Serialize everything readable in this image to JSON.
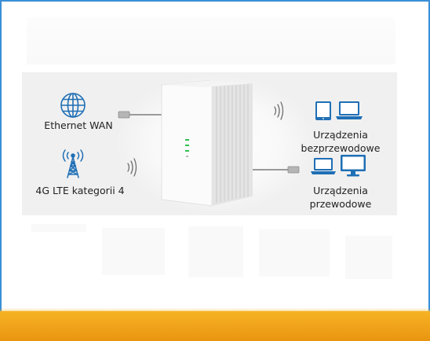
{
  "labels": {
    "ethernet_wan": "Ethernet WAN",
    "lte": "4G LTE kategorii 4",
    "wireless_line1": "Urządzenia",
    "wireless_line2": "bezprzewodowe",
    "wired_line1": "Urządzenia",
    "wired_line2": "przewodowe"
  },
  "colors": {
    "icon_blue": "#1f6fb5",
    "cable_gray": "#9a9a9a",
    "led_green": "#2fbf4f",
    "accent_band": "#f0a21a",
    "frame_blue": "#3a8fd6"
  },
  "icons": [
    "globe-icon",
    "cell-tower-icon",
    "tablet-icon",
    "laptop-icon",
    "monitor-icon",
    "wifi-waves-icon",
    "ethernet-plug-icon"
  ]
}
